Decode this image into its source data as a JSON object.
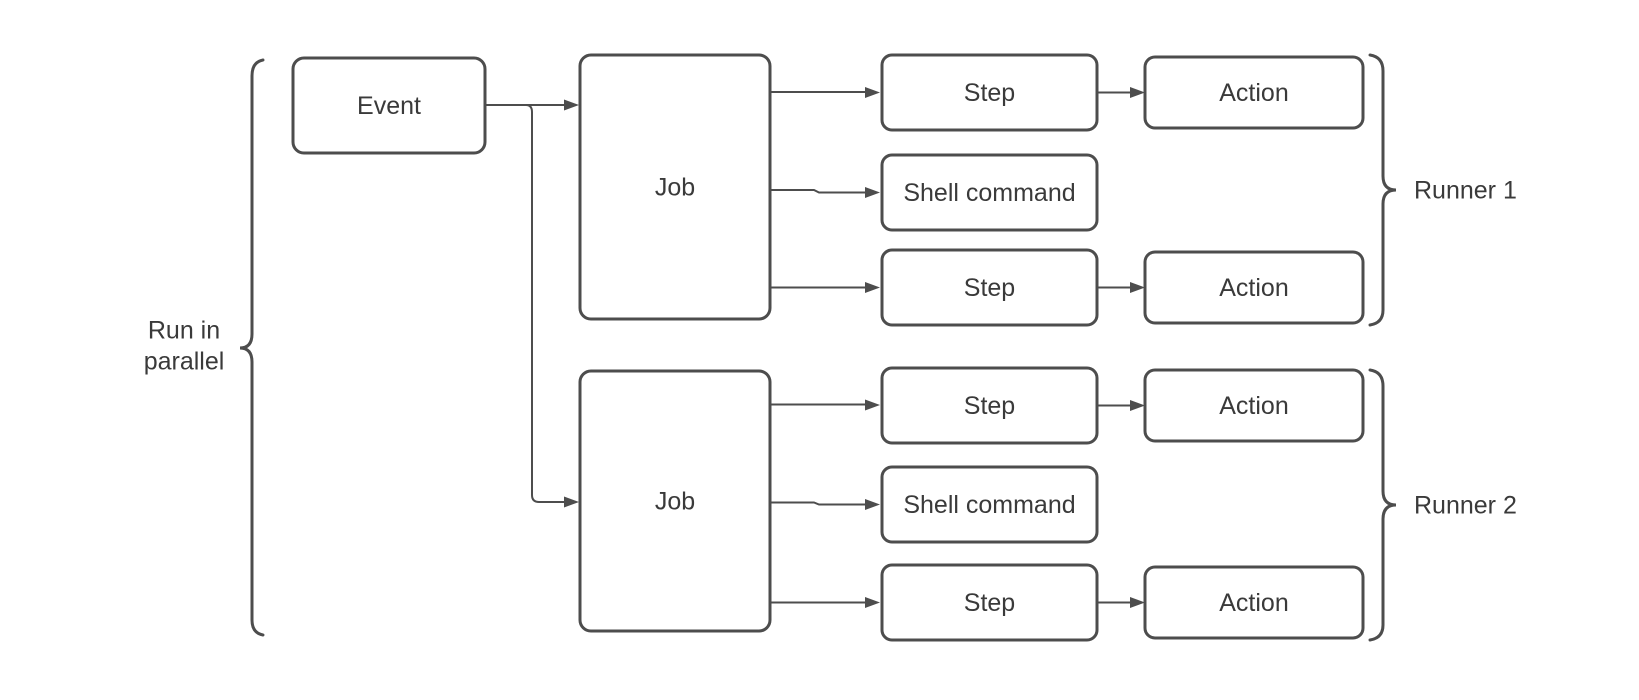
{
  "diagram": {
    "labels": {
      "event": "Event",
      "job": "Job",
      "step": "Step",
      "shell_command": "Shell command",
      "action": "Action"
    },
    "annotations": {
      "parallel_line1": "Run in",
      "parallel_line2": "parallel",
      "runner1": "Runner 1",
      "runner2": "Runner 2"
    },
    "colors": {
      "stroke": "#4d4d4d",
      "text": "#3a3a3a",
      "background": "#ffffff"
    }
  }
}
